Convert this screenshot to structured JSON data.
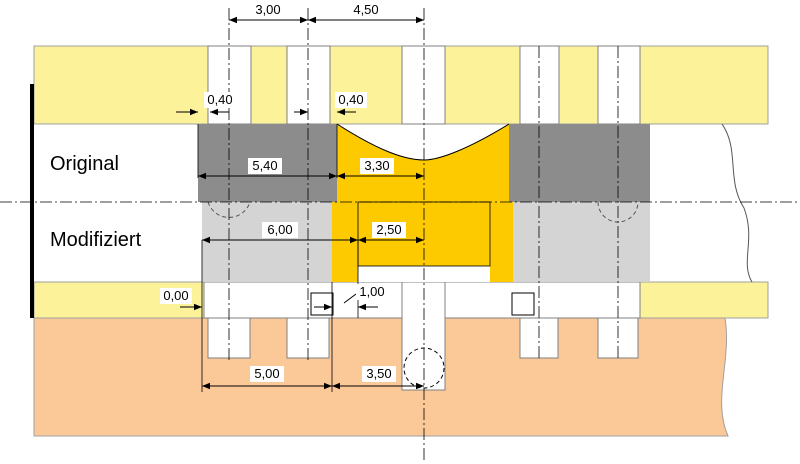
{
  "labels": {
    "original": "Original",
    "modified": "Modifiziert"
  },
  "dimensions": {
    "top_left": "3,00",
    "top_right": "4,50",
    "gap_left": "0,40",
    "gap_right": "0,40",
    "orig_block": "5,40",
    "orig_slot": "3,30",
    "mod_block": "6,00",
    "mod_slot": "2,50",
    "gap_bottom_left": "0,00",
    "gap_bottom_right": "1,00",
    "bottom_left": "5,00",
    "bottom_right": "3,50"
  },
  "colors": {
    "yellow": "#fbf29a",
    "orange_base": "#fbc898",
    "dark_gray": "#8c8c8c",
    "light_gray": "#d4d4d4",
    "slot_gold": "#fdca00"
  }
}
